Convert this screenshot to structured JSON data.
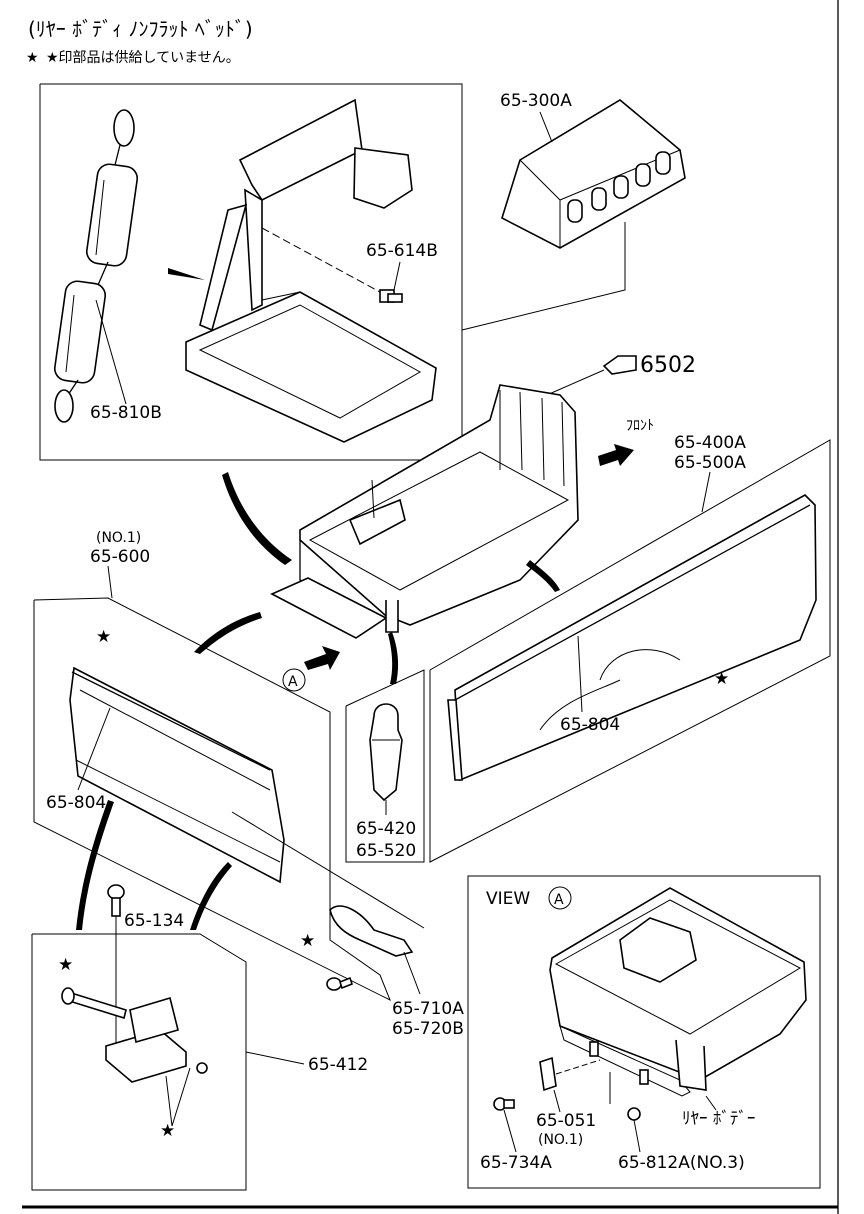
{
  "header": {
    "title": "(ﾘﾔｰ ﾎﾞﾃﾞｨ ﾉﾝﾌﾗｯﾄ ﾍﾞｯﾄﾞ)",
    "note": "★印部品は供給していません。"
  },
  "labels": {
    "p300a": "65-300A",
    "p614b": "65-614B",
    "p810b": "65-810B",
    "p6502": "6502",
    "front": "ﾌﾛﾝﾄ",
    "p400a": "65-400A",
    "p500a": "65-500A",
    "no1": "(NO.1)",
    "p600": "65-600",
    "circleA": "A",
    "p804_right": "65-804",
    "p804_left": "65-804",
    "p420": "65-420",
    "p520": "65-520",
    "p134": "65-134",
    "p412": "65-412",
    "p710a": "65-710A",
    "p720b": "65-720B",
    "view": "VIEW",
    "viewA": "A",
    "p051": "65-051",
    "p051_no": "(NO.1)",
    "rear_body": "ﾘﾔｰ ﾎﾞﾃﾞｰ",
    "p734a": "65-734A",
    "p812a": "65-812A(NO.3)"
  },
  "stars": [
    "★",
    "★",
    "★",
    "★",
    "★",
    "★"
  ]
}
